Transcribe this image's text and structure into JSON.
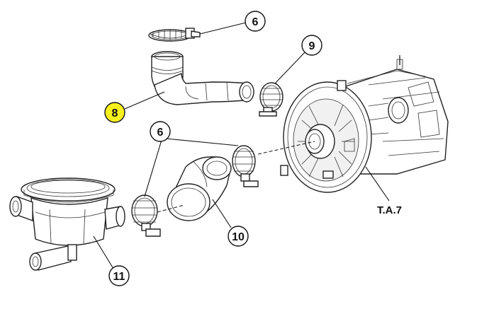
{
  "callouts": {
    "clamp_top": "6",
    "clamp_right": "9",
    "elbow_hose": "8",
    "clamp_pair": "6",
    "straight_hose": "10",
    "sump": "11",
    "motor_label": "T.A.7"
  },
  "colors": {
    "highlight": "#f6f01f",
    "line": "#222222"
  }
}
